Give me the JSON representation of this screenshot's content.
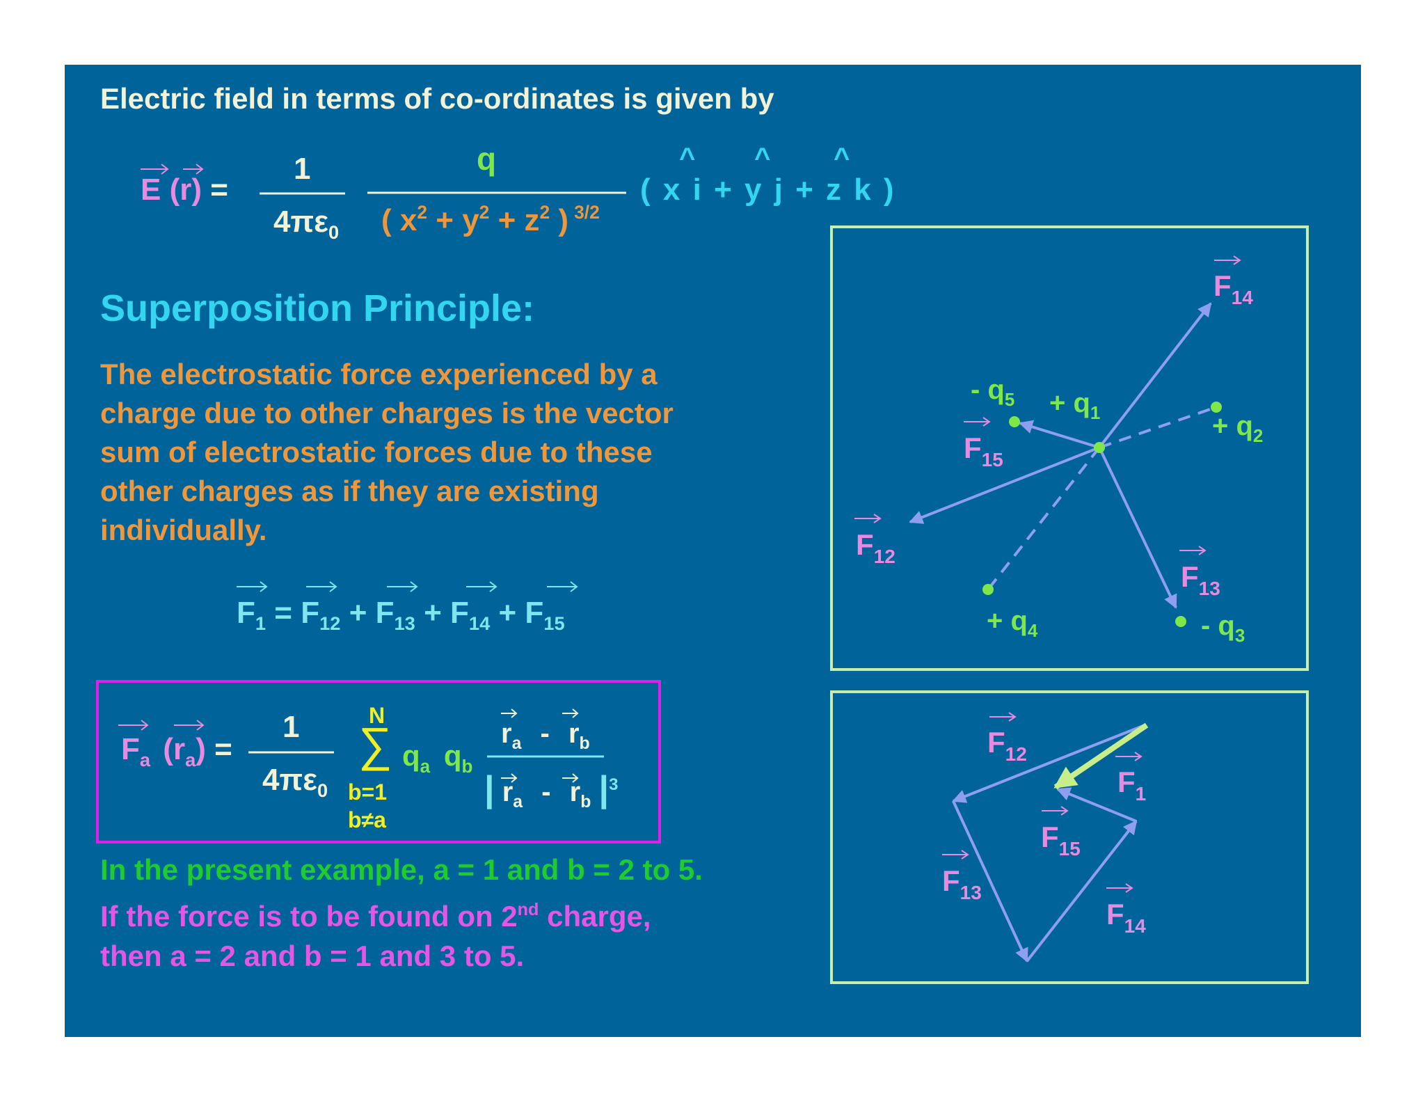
{
  "colors": {
    "background": "#006399",
    "white": "#f2f2d8",
    "cyan": "#33d6f0",
    "lightcyan": "#7fe6ee",
    "pink": "#e88be0",
    "green": "#7ee84a",
    "bright_green": "#1fcc2e",
    "orange": "#ef973a",
    "yellow": "#f0ef26",
    "lavender": "#8f9ff0",
    "magenta": "#e356e6",
    "box_green": "#c8eeab",
    "box_magenta": "#e020e8"
  },
  "intro": "Electric field in terms of co-ordinates is given by",
  "field_eq": {
    "lhs_E": "E",
    "lhs_r": "(r)",
    "equals": "=",
    "num1": "1",
    "den1_main": "4πε",
    "den1_sub": "0",
    "num2": "q",
    "den2_open": "( x",
    "den2_exp": "2",
    "den2_plus1": " + y",
    "den2_plus2": " + z",
    "den2_close": " )",
    "den2_pow": "3/2",
    "unit_vec": "( x i + y j + z k  )",
    "hat": "^"
  },
  "superposition_heading": "Superposition Principle:",
  "paragraph_lines": [
    "The electrostatic force experienced by a",
    "charge due to other charges is the vector",
    "sum of electrostatic forces due to these",
    "other charges as if they are existing",
    "individually."
  ],
  "sum_eq": {
    "F": "F",
    "subs": [
      "1",
      "12",
      "13",
      "14",
      "15"
    ],
    "equals": "=",
    "plus": "+"
  },
  "boxed_eq": {
    "lhs_F": "F",
    "lhs_a": "a",
    "lhs_open": "(r",
    "lhs_close": ")",
    "equals": "=",
    "num1": "1",
    "den1_main": "4πε",
    "den1_sub": "0",
    "sigma": "∑",
    "upper": "N",
    "lower1": "b=1",
    "lower2": "b≠a",
    "q": "q",
    "sub_a": "a",
    "sub_b": "b",
    "r": "r",
    "minus": "-",
    "cube": "3",
    "bar": "|"
  },
  "example_line": "In the present example, a = 1 and b = 2 to 5.",
  "second_line1_a": "If the force is to be found on 2",
  "second_line1_sup": "nd",
  "second_line1_b": " charge,",
  "second_line2": "then a = 2 and b = 1 and 3 to 5.",
  "diagram1": {
    "charges": {
      "q1": {
        "sign": "+ q",
        "sub": "1"
      },
      "q2": {
        "sign": "+ q",
        "sub": "2"
      },
      "q3": {
        "sign": "- q",
        "sub": "3"
      },
      "q4": {
        "sign": "+ q",
        "sub": "4"
      },
      "q5": {
        "sign": "- q",
        "sub": "5"
      }
    },
    "forces": {
      "F": "F",
      "f12": "12",
      "f13": "13",
      "f14": "14",
      "f15": "15"
    }
  },
  "diagram2": {
    "F": "F",
    "labels": {
      "f12": "12",
      "f1": "1",
      "f15": "15",
      "f13": "13",
      "f14": "14"
    }
  }
}
